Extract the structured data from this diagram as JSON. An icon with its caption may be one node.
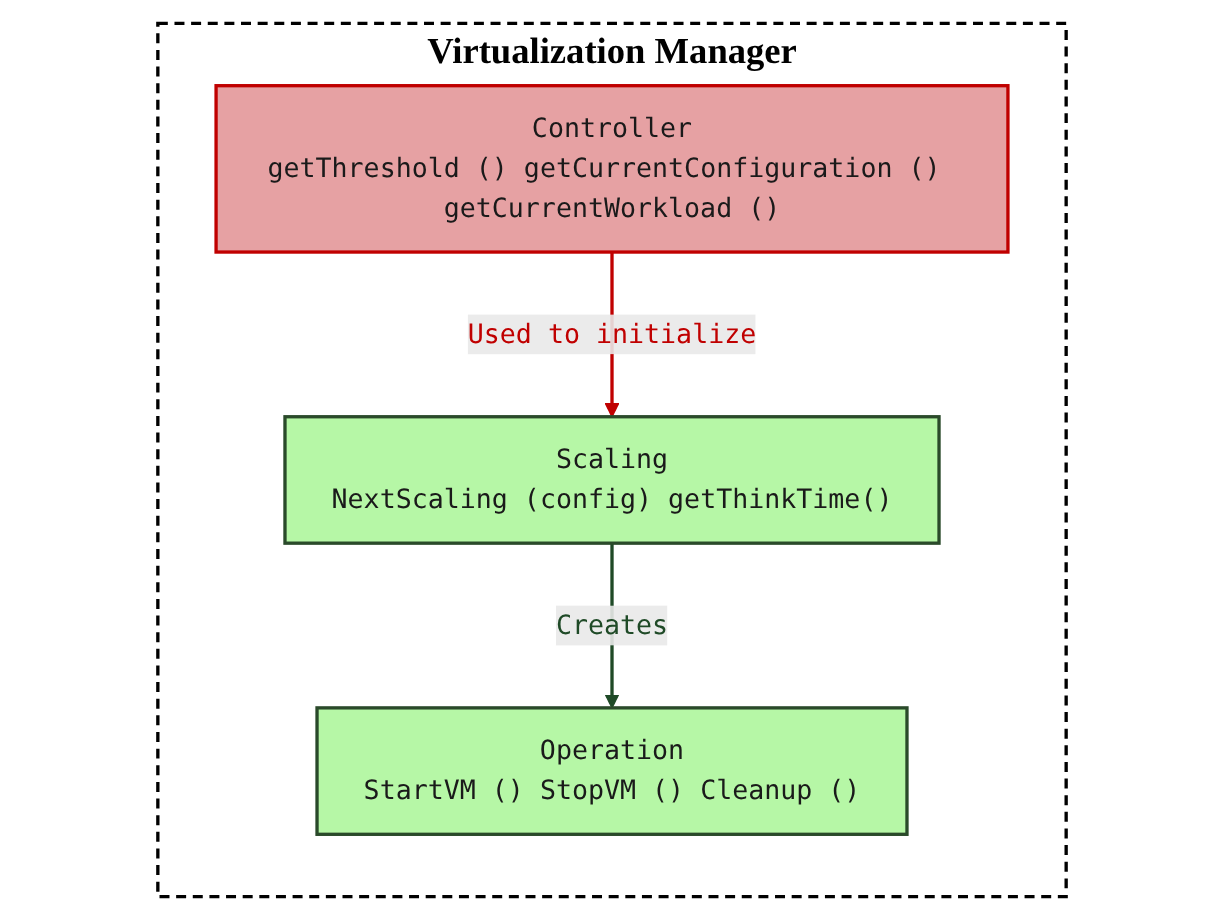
{
  "diagram": {
    "nodes": [
      {
        "text": [
          "Virtualization Manager"
        ]
      },
      {
        "text": [
          "Controller",
          "getThreshold () getCurrentConfiguration () getCurrentWorkload ()"
        ],
        "in": 0
      },
      {
        "text": [
          "Scaling",
          "NextScaling (config) getThinkTime()"
        ],
        "in": 0
      },
      {
        "text": [
          "Operation",
          "StartVM () StopVM () Cleanup ()"
        ],
        "in": 0
      }
    ],
    "edges": [
      {
        "from": 1,
        "to": 2,
        "arrow": "to",
        "label": "Used to initialize",
        "color": "#c00000"
      },
      {
        "from": 2,
        "to": 3,
        "arrow": "to",
        "label": "Creates",
        "color": "#1f4a27"
      }
    ]
  }
}
